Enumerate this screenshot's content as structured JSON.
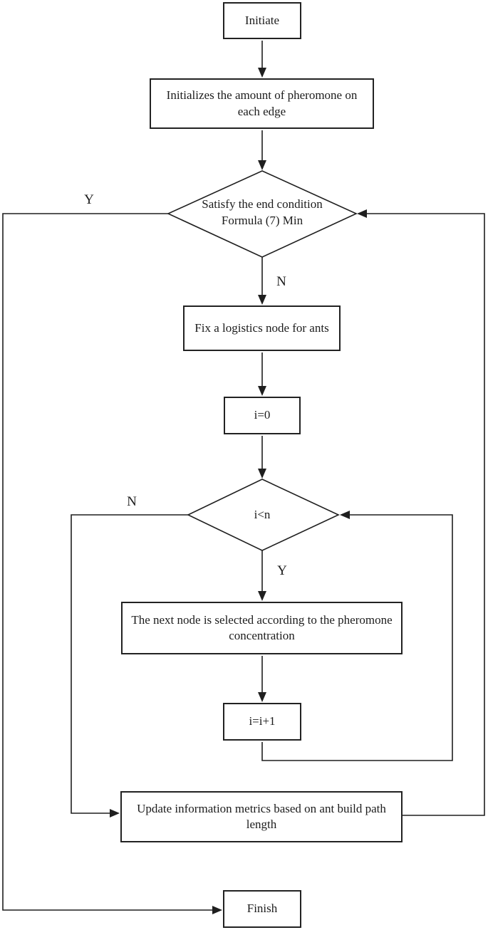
{
  "diagram": {
    "kind": "flowchart"
  },
  "nodes": {
    "initiate": {
      "label": "Initiate",
      "shape": "rect"
    },
    "init_pheromone": {
      "label": "Initializes the amount of pheromone on each edge",
      "shape": "rect"
    },
    "end_condition": {
      "label": "Satisfy the end condition Formula (7) Min",
      "shape": "diamond"
    },
    "fix_node": {
      "label": "Fix a logistics node for ants",
      "shape": "rect"
    },
    "i_zero": {
      "label": "i=0",
      "shape": "rect"
    },
    "i_less_n": {
      "label": "i<n",
      "shape": "diamond"
    },
    "next_node": {
      "label": "The next node is selected according to the pheromone concentration",
      "shape": "rect"
    },
    "i_increment": {
      "label": "i=i+1",
      "shape": "rect"
    },
    "update_metrics": {
      "label": "Update information metrics based on ant build path length",
      "shape": "rect"
    },
    "finish": {
      "label": "Finish",
      "shape": "rect"
    }
  },
  "branch_labels": {
    "end_condition_yes": "Y",
    "end_condition_no": "N",
    "loop_no": "N",
    "loop_yes": "Y"
  },
  "colors": {
    "stroke": "#1f1f1f",
    "background": "#ffffff",
    "text": "#1c1c1c"
  }
}
